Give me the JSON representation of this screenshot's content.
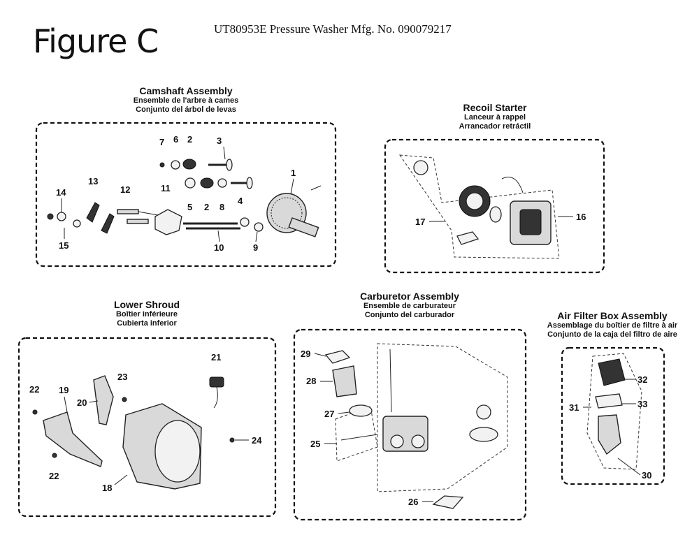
{
  "figure_label": "Figure C",
  "document_title": "UT80953E Pressure Washer Mfg. No. 090079217",
  "sections": {
    "camshaft": {
      "en": "Camshaft Assembly",
      "fr": "Ensemble de l'arbre à cames",
      "es": "Conjunto del árbol de levas"
    },
    "recoil": {
      "en": "Recoil Starter",
      "fr": "Lanceur à rappel",
      "es": "Arrancador retráctil"
    },
    "shroud": {
      "en": "Lower Shroud",
      "fr": "Boîtier inférieure",
      "es": "Cubierta inferior"
    },
    "carburetor": {
      "en": "Carburetor Assembly",
      "fr": "Ensemble de carburateur",
      "es": "Conjunto del carburador"
    },
    "airfilter": {
      "en": "Air Filter Box Assembly",
      "fr": "Assemblage du boîtier de filtre à air",
      "es": "Conjunto de la caja del filtro de aire"
    }
  },
  "part_numbers": {
    "p1": "1",
    "p2a": "2",
    "p2b": "2",
    "p3": "3",
    "p4": "4",
    "p5": "5",
    "p6": "6",
    "p7": "7",
    "p8": "8",
    "p9": "9",
    "p10": "10",
    "p11": "11",
    "p12": "12",
    "p13": "13",
    "p14": "14",
    "p15": "15",
    "p16": "16",
    "p17": "17",
    "p18": "18",
    "p19": "19",
    "p20": "20",
    "p21": "21",
    "p22a": "22",
    "p22b": "22",
    "p23": "23",
    "p24": "24",
    "p25": "25",
    "p26": "26",
    "p27": "27",
    "p28": "28",
    "p29": "29",
    "p30": "30",
    "p31": "31",
    "p32": "32",
    "p33": "33"
  }
}
